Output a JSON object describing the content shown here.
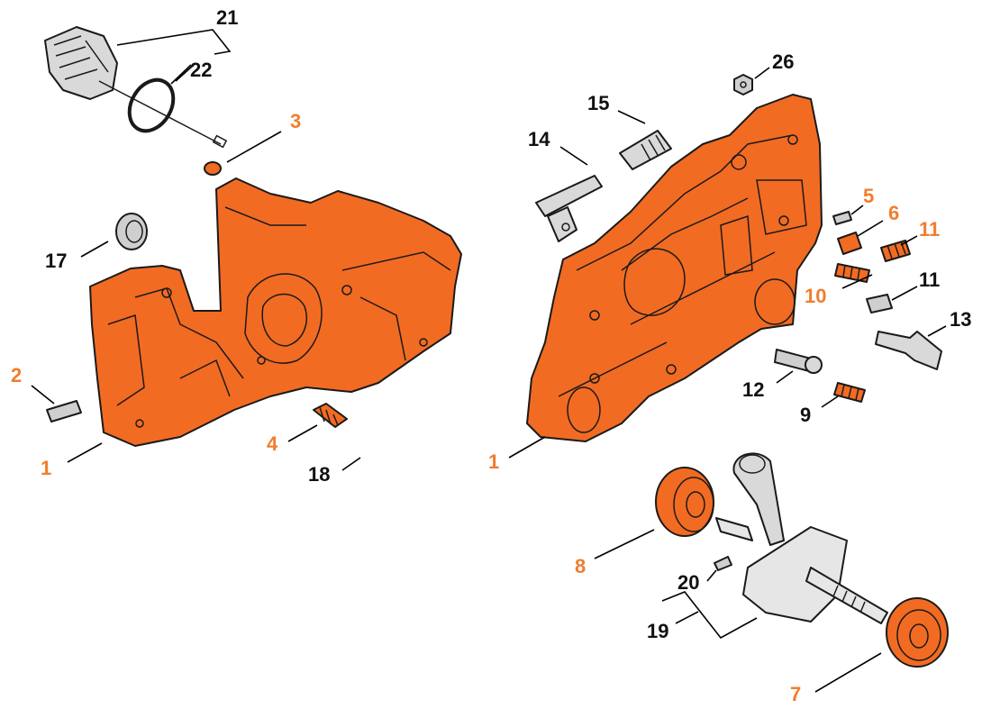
{
  "colors": {
    "accent": "#f26b22",
    "label_black": "#111111",
    "label_orange": "#f07d2e",
    "part_dark": "#cfcfcf"
  },
  "callouts": [
    {
      "id": "c21",
      "text": "21",
      "color": "black"
    },
    {
      "id": "c22",
      "text": "22",
      "color": "black"
    },
    {
      "id": "c3",
      "text": "3",
      "color": "orange"
    },
    {
      "id": "c17",
      "text": "17",
      "color": "black"
    },
    {
      "id": "c2",
      "text": "2",
      "color": "orange"
    },
    {
      "id": "c1a",
      "text": "1",
      "color": "orange"
    },
    {
      "id": "c4",
      "text": "4",
      "color": "orange"
    },
    {
      "id": "c18",
      "text": "18",
      "color": "black"
    },
    {
      "id": "c26",
      "text": "26",
      "color": "black"
    },
    {
      "id": "c15",
      "text": "15",
      "color": "black"
    },
    {
      "id": "c14",
      "text": "14",
      "color": "black"
    },
    {
      "id": "c5",
      "text": "5",
      "color": "orange"
    },
    {
      "id": "c6",
      "text": "6",
      "color": "orange"
    },
    {
      "id": "c11a",
      "text": "11",
      "color": "orange"
    },
    {
      "id": "c10",
      "text": "10",
      "color": "orange"
    },
    {
      "id": "c11b",
      "text": "11",
      "color": "black"
    },
    {
      "id": "c13",
      "text": "13",
      "color": "black"
    },
    {
      "id": "c12",
      "text": "12",
      "color": "black"
    },
    {
      "id": "c9",
      "text": "9",
      "color": "black"
    },
    {
      "id": "c1b",
      "text": "1",
      "color": "orange"
    },
    {
      "id": "c8",
      "text": "8",
      "color": "orange"
    },
    {
      "id": "c20",
      "text": "20",
      "color": "black"
    },
    {
      "id": "c19",
      "text": "19",
      "color": "black"
    },
    {
      "id": "c7",
      "text": "7",
      "color": "orange"
    }
  ]
}
